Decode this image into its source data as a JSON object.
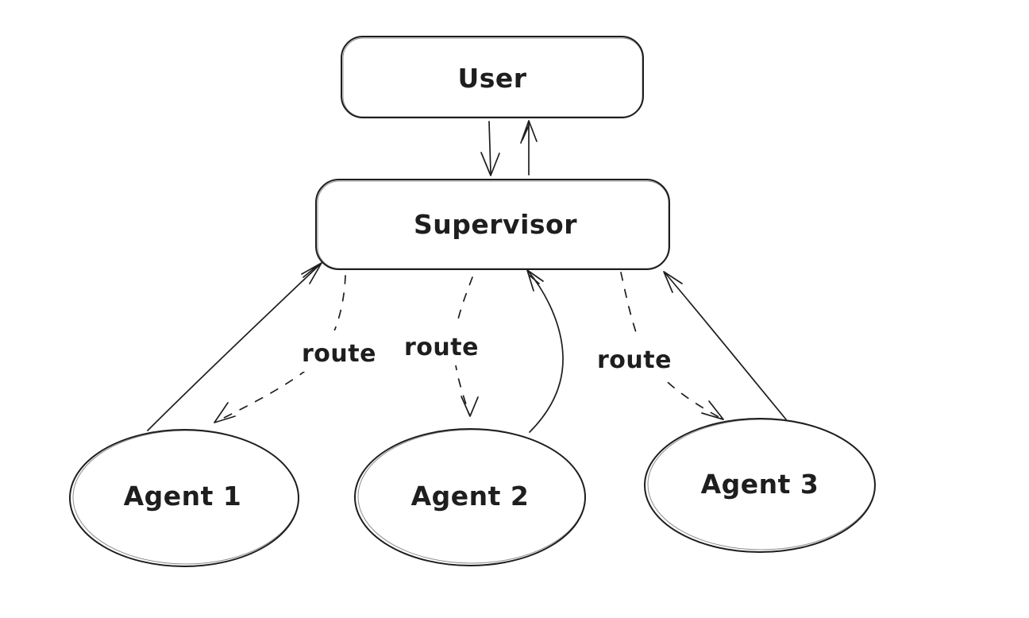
{
  "diagram_type": "multi-agent-supervisor-architecture",
  "colors": {
    "background": "#ffffff",
    "stroke": "#1e1e1e"
  },
  "nodes": [
    {
      "id": "user",
      "shape": "rounded-rectangle",
      "label": "User"
    },
    {
      "id": "supervisor",
      "shape": "rounded-rectangle",
      "label": "Supervisor"
    },
    {
      "id": "agent-1",
      "shape": "ellipse",
      "label": "Agent 1"
    },
    {
      "id": "agent-2",
      "shape": "ellipse",
      "label": "Agent 2"
    },
    {
      "id": "agent-3",
      "shape": "ellipse",
      "label": "Agent 3"
    }
  ],
  "edges": [
    {
      "from": "User",
      "to": "Supervisor",
      "style": "solid-arrow",
      "label": ""
    },
    {
      "from": "Supervisor",
      "to": "User",
      "style": "solid-arrow",
      "label": ""
    },
    {
      "from": "Supervisor",
      "to": "Agent 1",
      "style": "dashed-arrow",
      "label": "route"
    },
    {
      "from": "Agent 1",
      "to": "Supervisor",
      "style": "solid-arrow",
      "label": ""
    },
    {
      "from": "Supervisor",
      "to": "Agent 2",
      "style": "dashed-arrow",
      "label": "route"
    },
    {
      "from": "Agent 2",
      "to": "Supervisor",
      "style": "solid-arrow",
      "label": ""
    },
    {
      "from": "Supervisor",
      "to": "Agent 3",
      "style": "dashed-arrow",
      "label": "route"
    },
    {
      "from": "Agent 3",
      "to": "Supervisor",
      "style": "solid-arrow",
      "label": ""
    }
  ]
}
